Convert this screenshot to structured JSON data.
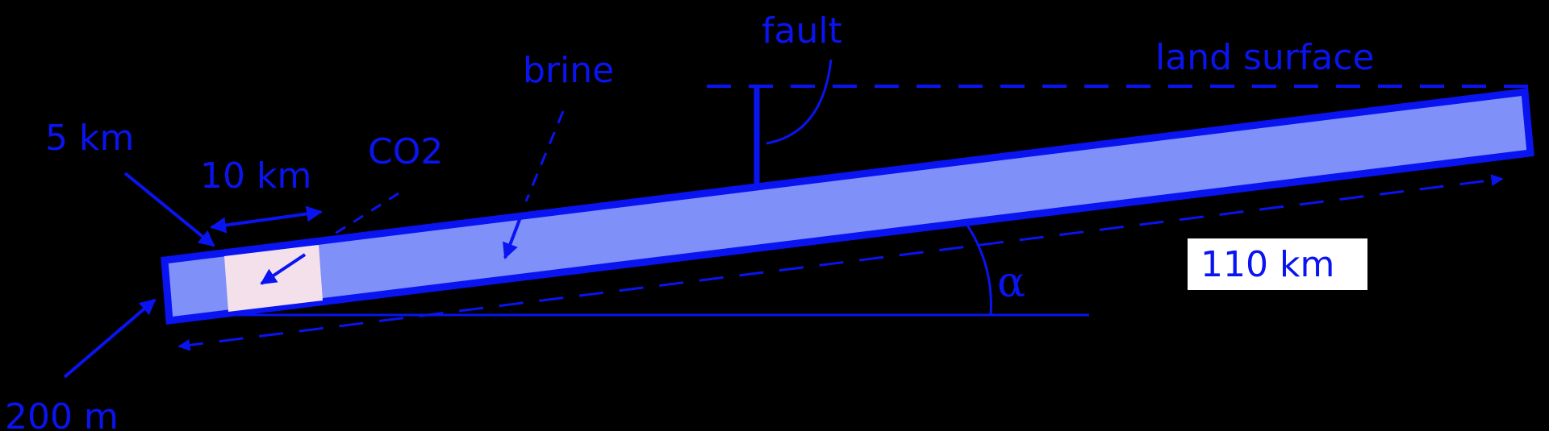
{
  "labels": {
    "fault": "fault",
    "land_surface": "land surface",
    "brine": "brine",
    "co2": "CO2",
    "width_5km": "5 km",
    "length_10km": "10 km",
    "thickness_200m": "200 m",
    "length_110km": "110 km",
    "angle": "α"
  },
  "colors": {
    "background": "#000000",
    "line": "#0a14f0",
    "aquifer_fill": "#7f90f8",
    "co2_fill": "#f3e0ea",
    "label_box": "#ffffff"
  }
}
